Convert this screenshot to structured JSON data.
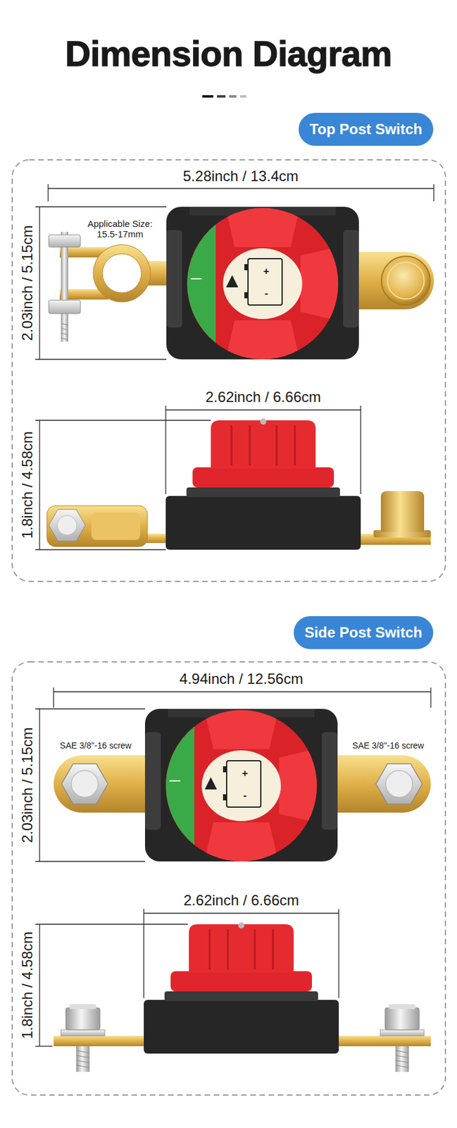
{
  "diagram": {
    "title": "Dimension Diagram",
    "nodes": [
      {
        "text": [
          "Top Post Switch"
        ]
      },
      {
        "text": [
          "Side Post Switch"
        ]
      }
    ],
    "labels": [
      "5.28inch / 13.4cm",
      "Applicable Size: 15.5-17mm",
      "2.03inch / 5.15cm",
      "+",
      "-",
      "2.62inch / 6.66cm",
      "1.8inch / 4.58cm",
      "4.94inch / 12.56cm",
      "SAE 3/8''-16 screw",
      "2.03inch / 5.15cm",
      "+",
      "-",
      "SAE 3/8''-16 screw",
      "2.62inch / 6.66cm",
      "1.8inch / 4.58cm"
    ]
  }
}
